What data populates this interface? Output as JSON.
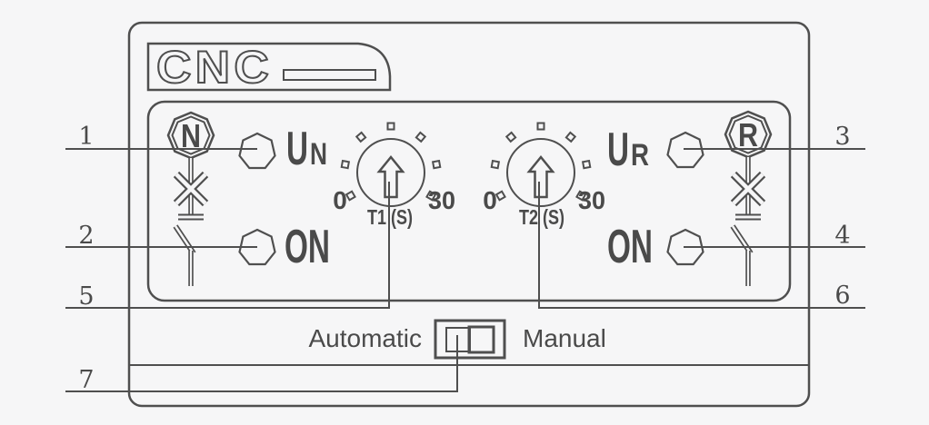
{
  "device": {
    "brand": "CNC",
    "panel": {
      "badge_left": "N",
      "badge_right": "R",
      "label_un_main": "U",
      "label_un_sub": "N",
      "label_ur_main": "U",
      "label_ur_sub": "R",
      "label_on_left": "ON",
      "label_on_right": "ON",
      "dial_t1": {
        "label": "T1 (S)",
        "min": "0",
        "max": "30"
      },
      "dial_t2": {
        "label": "T2 (S)",
        "min": "0",
        "max": "30"
      }
    },
    "mode_switch": {
      "left_label": "Automatic",
      "right_label": "Manual"
    }
  },
  "callouts": {
    "c1": "1",
    "c2": "2",
    "c3": "3",
    "c4": "4",
    "c5": "5",
    "c6": "6",
    "c7": "7"
  },
  "colors": {
    "line": "#4f4f4f",
    "text": "#4a4a4a",
    "background": "#f6f6f7"
  }
}
